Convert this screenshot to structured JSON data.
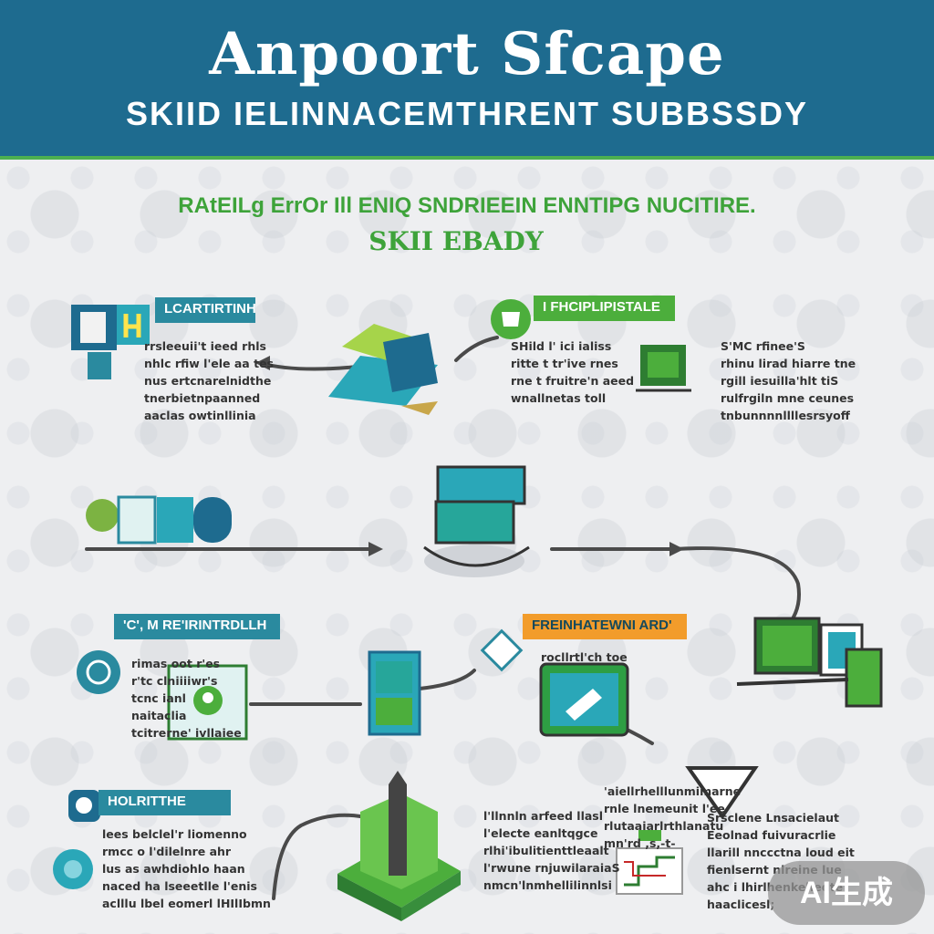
{
  "header": {
    "title": "Anpoort Sfcape",
    "subtitle": "SKIID IELINNACEMTHRENT SUBBSSDY"
  },
  "intro": {
    "tagline": "RAtEILg ErrOr Ill ENIQ SNDRIEEIN ENNTIPG NUCITIRE.",
    "tagline2": "SKII EBADY"
  },
  "nodes": {
    "top_left": {
      "banner": "LCARTIRTINHTIR",
      "lines": [
        "rrsleeuii't ieed rhls",
        "nhlc rfiw l'ele aa tes",
        "nus ertcnarelnidthe",
        "tnerbietnpaanned",
        "aaclas owtinllinia"
      ]
    },
    "top_middle": {
      "banner": "I FHCIPLIPISTALE",
      "lines": [
        "SHild l' ici ialiss",
        "ritte t tr'ive rnes",
        "rne t fruitre'n aeed",
        "wnallnetas toll"
      ]
    },
    "top_right": {
      "lines": [
        "S'MC rfinee'S",
        "rhinu lirad hiarre tne",
        "rgill iesuilla'hlt tiS",
        "rulfrgiln mne ceunes",
        "tnbunnnnllllesrsyoff"
      ]
    },
    "mid_left": {
      "banner": "'C', M RE'IRINTRDLLH",
      "lines": [
        "rimas oot r'es",
        "r'tc clniiiiwr's",
        "tcnc ianl",
        "naitaclia",
        "tcitrerne' ivllaiee"
      ]
    },
    "mid_right": {
      "banner": "FREINHATEWNI ARD'",
      "lines": [
        "rocllrtl'ch toe"
      ]
    },
    "bottom_left": {
      "banner": "HOLRITTHE",
      "lines": [
        "lees belclel'r liomenno",
        "rmcc o l'dilelnre ahr",
        "lus as awhdiohlo haan",
        "naced ha lseeetlle l'enis",
        "aclllu lbel eomerl lHIlIbmn"
      ]
    },
    "bottom_middle": {
      "lines": [
        "l'llnnln arfeed llasl",
        "l'electe eanltqgce",
        "rlhi'ibulitienttleaalt",
        "l'rwune rnjuwilaraiaS",
        "nmcn'lnmhellilinnlsi"
      ]
    },
    "bottom_center": {
      "lines": [
        "'aiellrhelllunmimarne",
        "rnle lnemeunit l'ee",
        "rlutaaiarlrthlanatu",
        "mn'rd ,s,-t-"
      ]
    },
    "bottom_right": {
      "lines": [
        "Srsclene Lnsacielaut",
        "Eeolnad fuivuracrlie",
        "llarill nnccctna loud eit",
        "fienlsernt nlreine lue",
        "ahc i lhirlhenkehedte",
        "haaclicesl;"
      ]
    }
  },
  "badge": {
    "label": "AI生成"
  },
  "colors": {
    "header_bg": "#1e6b8f",
    "accent_green": "#4cae3c",
    "accent_teal": "#2a8a9f",
    "accent_orange": "#f29c2b",
    "background": "#eeeff1"
  }
}
